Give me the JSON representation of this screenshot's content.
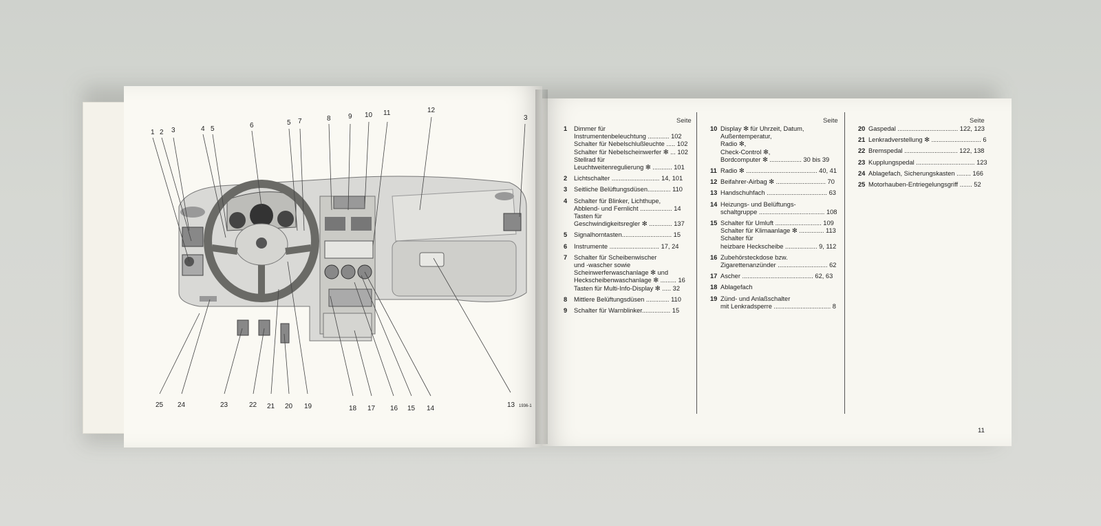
{
  "diagram_labels_top": [
    "1",
    "2",
    "3",
    "4",
    "5",
    "6",
    "5",
    "7",
    "8",
    "9",
    "10",
    "11",
    "12",
    "3"
  ],
  "diagram_labels_bottom": [
    "25",
    "24",
    "23",
    "22",
    "21",
    "20",
    "19",
    "18",
    "17",
    "16",
    "15",
    "14",
    "13"
  ],
  "diagram_code": "1936-1",
  "page_number": "11",
  "seite_label": "Seite",
  "col1": [
    {
      "n": "1",
      "lines": [
        "Dimmer für",
        "Instrumentenbeleuchtung ............ 102",
        "Schalter für Nebelschlußleuchte ..... 102",
        "Schalter für Nebelscheinwerfer ✻ ... 102",
        "Stellrad für",
        "Leuchtweitenregulierung ✻ ........... 101"
      ]
    },
    {
      "n": "2",
      "lines": [
        "Lichtschalter ........................... 14, 101"
      ]
    },
    {
      "n": "3",
      "lines": [
        "Seitliche Belüftungsdüsen............. 110"
      ]
    },
    {
      "n": "4",
      "lines": [
        "Schalter für Blinker, Lichthupe,",
        "Abblend- und Fernlicht .................. 14",
        "Tasten für",
        "Geschwindigkeitsregler ✻ ............. 137"
      ]
    },
    {
      "n": "5",
      "lines": [
        "Signalhorntasten............................ 15"
      ]
    },
    {
      "n": "6",
      "lines": [
        "Instrumente ............................ 17, 24"
      ]
    },
    {
      "n": "7",
      "lines": [
        "Schalter für Scheibenwischer",
        "und -wascher sowie",
        "Scheinwerferwaschanlage ✻ und",
        "Heckscheibenwaschanlage ✻ ......... 16",
        "Tasten für Multi-Info-Display ✻ ..... 32"
      ]
    },
    {
      "n": "8",
      "lines": [
        "Mittlere Belüftungsdüsen ............. 110"
      ]
    },
    {
      "n": "9",
      "lines": [
        "Schalter für Warnblinker................ 15"
      ]
    }
  ],
  "col2": [
    {
      "n": "10",
      "lines": [
        "Display ✻ für Uhrzeit, Datum,",
        "Außentemperatur,",
        "Radio ✻,",
        "Check-Control ✻,",
        "Bordcomputer ✻ .................. 30 bis 39"
      ]
    },
    {
      "n": "11",
      "lines": [
        "Radio ✻ ........................................ 40, 41"
      ]
    },
    {
      "n": "12",
      "lines": [
        "Beifahrer-Airbag ✻ ............................ 70"
      ]
    },
    {
      "n": "13",
      "lines": [
        "Handschuhfach .................................. 63"
      ]
    },
    {
      "n": "14",
      "lines": [
        "Heizungs- und Belüftungs-",
        "schaltgruppe ..................................... 108"
      ]
    },
    {
      "n": "15",
      "lines": [
        "Schalter für Umluft .......................... 109",
        "Schalter für Klimaanlage ✻ .............. 113",
        "Schalter für",
        "heizbare Heckscheibe .................. 9, 112"
      ]
    },
    {
      "n": "16",
      "lines": [
        "Zubehörsteckdose bzw.",
        "Zigarettenanzünder ............................ 62"
      ]
    },
    {
      "n": "17",
      "lines": [
        "Ascher ........................................ 62, 63"
      ]
    },
    {
      "n": "18",
      "lines": [
        "Ablagefach"
      ]
    },
    {
      "n": "19",
      "lines": [
        "Zünd- und Anlaßschalter",
        "mit Lenkradsperre ................................ 8"
      ]
    }
  ],
  "col3": [
    {
      "n": "20",
      "lines": [
        "Gaspedal .................................. 122, 123"
      ]
    },
    {
      "n": "21",
      "lines": [
        "Lenkradverstellung ✻ ............................ 6"
      ]
    },
    {
      "n": "22",
      "lines": [
        "Bremspedal .............................. 122, 138"
      ]
    },
    {
      "n": "23",
      "lines": [
        "Kupplungspedal ................................. 123"
      ]
    },
    {
      "n": "24",
      "lines": [
        "Ablagefach, Sicherungskasten ........ 166"
      ]
    },
    {
      "n": "25",
      "lines": [
        "Motorhauben-Entriegelungsgriff ....... 52"
      ]
    }
  ]
}
